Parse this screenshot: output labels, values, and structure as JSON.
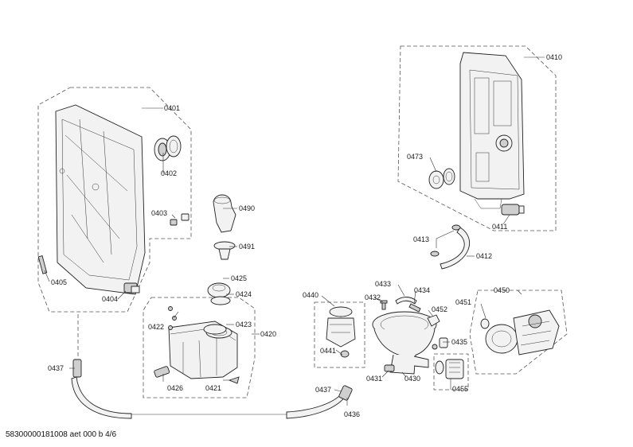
{
  "footer": {
    "text": "58300000181008 aet 000 b 4/6"
  },
  "labels": {
    "l0401": "0401",
    "l0402": "0402",
    "l0403": "0403",
    "l0404": "0404",
    "l0405": "0405",
    "l0410": "0410",
    "l0411": "0411",
    "l0412": "0412",
    "l0413": "0413",
    "l0420": "0420",
    "l0421": "0421",
    "l0422": "0422",
    "l0423": "0423",
    "l0424": "0424",
    "l0425": "0425",
    "l0426": "0426",
    "l0430": "0430",
    "l0431": "0431",
    "l0432": "0432",
    "l0433": "0433",
    "l0434": "0434",
    "l0435": "0435",
    "l0436": "0436",
    "l0437a": "0437",
    "l0437b": "0437",
    "l0440": "0440",
    "l0441": "0441",
    "l0450": "0450",
    "l0451": "0451",
    "l0452": "0452",
    "l0455": "0455",
    "l0473": "0473",
    "l0490": "0490",
    "l0491": "0491"
  }
}
